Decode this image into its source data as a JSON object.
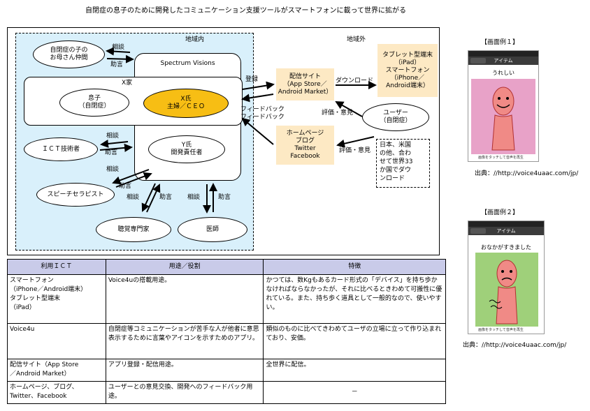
{
  "page_title": "自閉症の息子のために開発したコミュニケーション支援ツールがスマートフォンに載って世界に拡がる",
  "diagram": {
    "region_inside": "地域内",
    "region_outside": "地域外",
    "spectrum_visions": "Spectrum Visions",
    "x_family": "X家",
    "nodes": {
      "mothers": "自閉症の子の\nお母さん仲間",
      "son": "息子\n（自閉症）",
      "mr_x": "X氏\n主婦／ＣＥＯ",
      "ict_engineer": "ＩＣＴ技術者",
      "mr_y": "Y氏\n開発責任者",
      "speech_therapist": "スピーチセラピスト",
      "hearing_specialist": "聴覚専門家",
      "doctor": "医師",
      "distribution_site": "配信サイト\n（App Store／\nAndroid Market）",
      "homepage": "ホームページ\nブログ\nTwitter\nFacebook",
      "devices": "タブレット型端末\n（iPad）\nスマートフォン\n（iPhone／\nAndroid端末）",
      "user": "ユーザー\n（自閉症）",
      "world_note": "日本、米国\nの他、合わ\nせて世界33\nか国でダウ\nンロード"
    },
    "labels": {
      "consult": "相談",
      "advice": "助言",
      "register": "登録",
      "download": "ダウンロード",
      "feedback1": "フィードバック",
      "feedback2": "フィードバック",
      "evaluation": "評価・意見"
    }
  },
  "screens": [
    {
      "caption": "【画面例１】",
      "nav_title": "アイテム",
      "label": "うれしい",
      "footer": "画像をタッチして音声を再生",
      "source": "出典：//http://voice4uaac.com/jp/",
      "bg_color": "#e8a2c8"
    },
    {
      "caption": "【画面例２】",
      "nav_title": "アイテム",
      "label": "おなかがすきました",
      "footer": "画像をタッチして音声を再生",
      "source": "出典：//http://voice4uaac.com/jp/",
      "bg_color": "#9fd07a"
    }
  ],
  "table": {
    "headers": [
      "利用ＩＣＴ",
      "用途／役割",
      "特徴"
    ],
    "rows": [
      [
        "スマートフォン\n（iPhone／Android端末）\nタブレット型端末\n（iPad）",
        "Voice4uの搭載用途。",
        "かつては、数Kgもあるカード形式の「デバイス」を持ち歩かなければならなかったが、それに比べるときわめて可搬性に優れている。また、持ち歩く道具として一般的なので、使いやすい。"
      ],
      [
        "Voice4u",
        "自閉症等コミュニケーションが苦手な人が他者に意思表示するために言葉やアイコンを示すためのアプリ。",
        "類似のものに比べてきわめてユーザの立場に立って作り込まれており、安価。"
      ],
      [
        "配信サイト（App Store\n／Android Market）",
        "アプリ登録・配信用途。",
        "全世界に配信。"
      ],
      [
        "ホームページ、ブログ、\nTwitter、Facebook",
        "ユーザーとの意見交換、開発へのフィードバック用途。",
        "－"
      ]
    ]
  },
  "colors": {
    "region_bg": "#d9f0fb",
    "mr_x_fill": "#f7be14",
    "beige": "#fde9c4",
    "table_header": "#c9cbe9"
  }
}
